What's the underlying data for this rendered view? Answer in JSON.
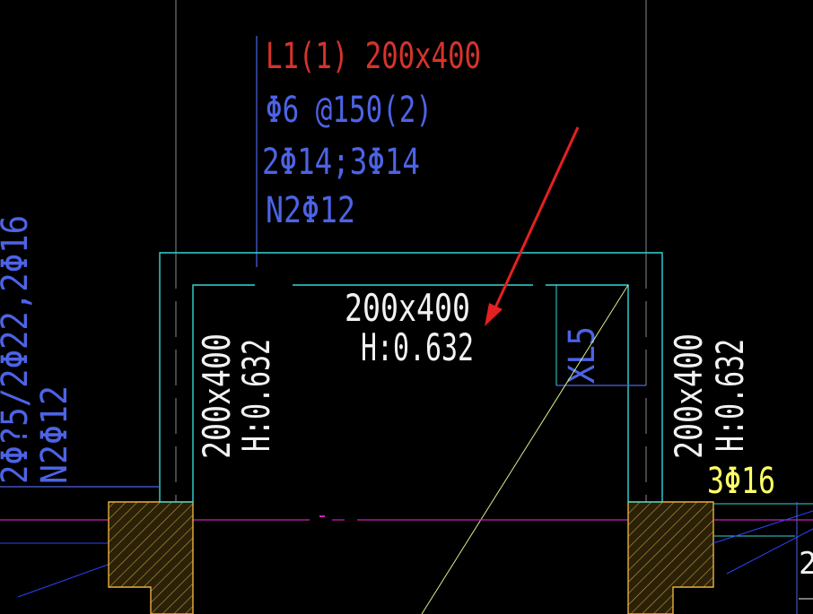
{
  "colors": {
    "background": "#000000",
    "beam_label": "#d7332b",
    "rebar_text": "#4d63e6",
    "outline": "#33d6d6",
    "white_text": "#f2f2f2",
    "yellow_text": "#ffff66",
    "gridline_magenta": "#d020b8",
    "column_hatch": "#c89a3a",
    "arrow": "#e62020",
    "diagonal": "#d6f08a",
    "blue_lines": "#2d43ff"
  },
  "beam_annotation": {
    "name": "L1(1)  200x400",
    "stirrup": "Φ6 @150(2)",
    "bars": "2Φ14;3Φ14",
    "side_bars": "N2Φ12"
  },
  "center_label": {
    "size": "200x400",
    "height": "H:0.632"
  },
  "left_label": {
    "size": "200x400",
    "height": "H:0.632"
  },
  "right_label": {
    "size": "200x400",
    "height": "H:0.632",
    "bars": "3Φ16"
  },
  "xl_label": "XL5",
  "left_edge_text": {
    "rebar_partial": "2Φ?5/2Φ22,2Φ16",
    "side_bars": "N2Φ12"
  },
  "right_edge_text": "2"
}
